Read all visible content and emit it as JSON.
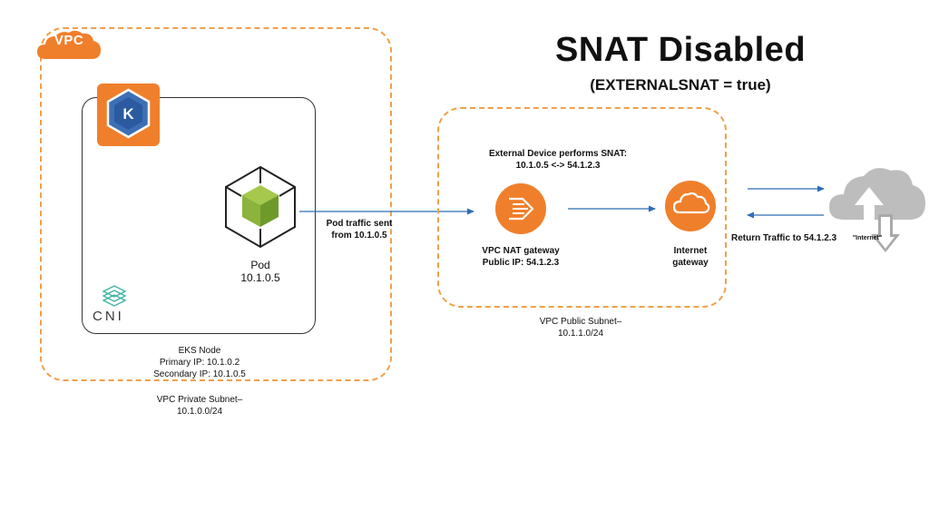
{
  "title": "SNAT Disabled",
  "subtitle": "(EXTERNALSNAT = true)",
  "vpc": {
    "badge": "VPC"
  },
  "private_subnet": {
    "line1": "VPC Private Subnet–",
    "line2": "10.1.0.0/24"
  },
  "public_subnet": {
    "line1": "VPC Public Subnet–",
    "line2": "10.1.1.0/24"
  },
  "eks_node": {
    "line1": "EKS Node",
    "line2": "Primary IP: 10.1.0.2",
    "line3": "Secondary IP: 10.1.0.5"
  },
  "eks_icon": {
    "letter": "K"
  },
  "cni": {
    "label": "CNI"
  },
  "pod": {
    "name": "Pod",
    "ip": "10.1.0.5"
  },
  "pod_traffic": {
    "line1": "Pod traffic sent",
    "line2": "from 10.1.0.5"
  },
  "external_device": {
    "line1": "External Device performs SNAT:",
    "line2": "10.1.0.5 <-> 54.1.2.3"
  },
  "nat_gateway": {
    "line1": "VPC NAT gateway",
    "line2": "Public IP: 54.1.2.3"
  },
  "internet_gateway": {
    "line1": "Internet",
    "line2": "gateway"
  },
  "return_traffic": {
    "label": "Return Traffic to 54.1.2.3"
  },
  "internet": {
    "label": "\"Internet\""
  },
  "colors": {
    "orange": "#f07f2b",
    "dash": "#f0a04b",
    "arrow": "#2f6db5",
    "pod_green": "#8ab43b",
    "cloud_gray": "#b9b9b9"
  }
}
